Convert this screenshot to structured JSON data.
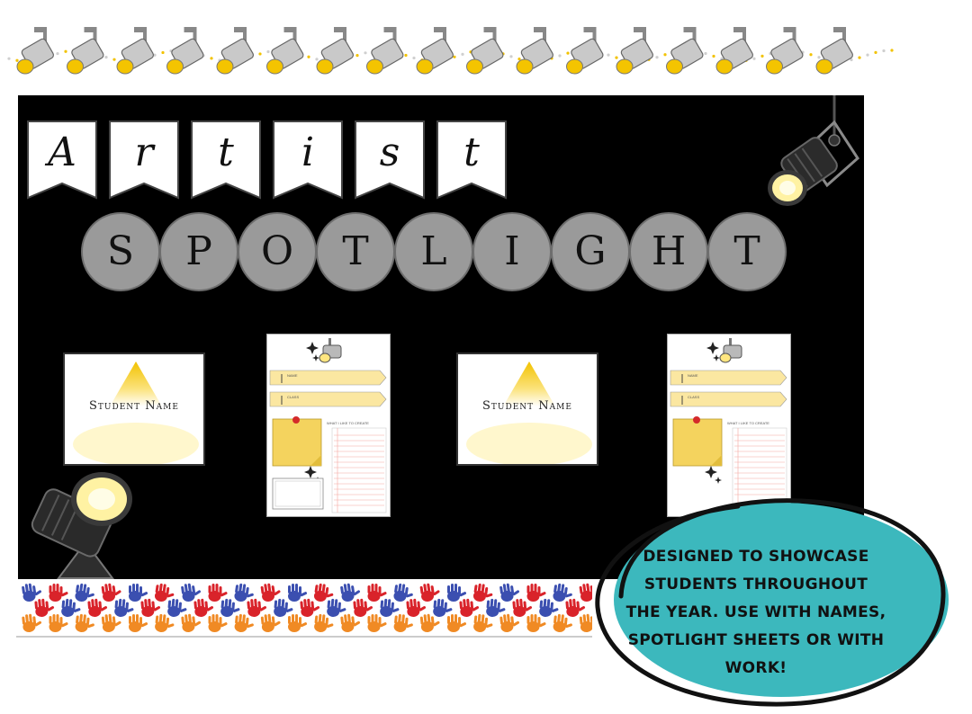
{
  "banner": {
    "pennant_letters": [
      "A",
      "r",
      "t",
      "i",
      "s",
      "t"
    ],
    "circle_letters": [
      "S",
      "P",
      "O",
      "T",
      "L",
      "I",
      "G",
      "H",
      "T"
    ]
  },
  "cards": [
    {
      "label": "Student Name"
    },
    {
      "label": "Student Name"
    }
  ],
  "sheets": [
    {
      "field_1": "NAME",
      "field_2": "CLASS",
      "prompt": "WHAT I LIKE TO CREATE"
    },
    {
      "field_1": "NAME",
      "field_2": "CLASS",
      "prompt": "WHAT I LIKE TO CREATE"
    }
  ],
  "callout": {
    "text": "Designed to showcase students throughout the year. Use with names, spotlight sheets or with work!"
  },
  "colors": {
    "board": "#000000",
    "circle": "#9a9a9a",
    "callout": "#3cb8bd",
    "sticky_note": "#f4d35e",
    "light_glow": "#fff3a0",
    "hand_red": "#d9232a",
    "hand_blue": "#3b4fb0",
    "hand_orange": "#f08a24"
  },
  "icons": [
    "stage-light-icon",
    "spotlight-icon",
    "handprint-icon",
    "pushpin-icon",
    "sparkle-icon"
  ]
}
